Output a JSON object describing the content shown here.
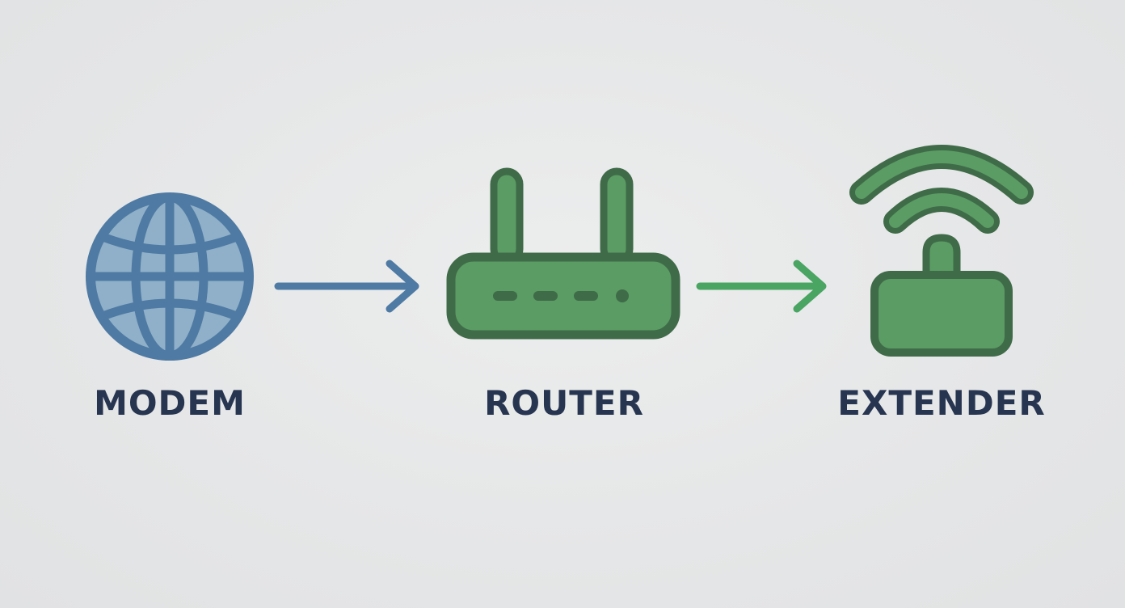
{
  "nodes": [
    {
      "id": "modem",
      "label": "MODEM",
      "icon": "globe-icon"
    },
    {
      "id": "router",
      "label": "ROUTER",
      "icon": "router-icon"
    },
    {
      "id": "extender",
      "label": "EXTENDER",
      "icon": "wifi-extender-icon"
    }
  ],
  "edges": [
    {
      "from": "modem",
      "to": "router"
    },
    {
      "from": "router",
      "to": "extender"
    }
  ],
  "colors": {
    "background": "#e6e7e8",
    "modem_fill": "#8fb0c8",
    "modem_stroke": "#4f7aa3",
    "green_fill": "#5a9c63",
    "green_stroke": "#3f6b48",
    "arrow_blue": "#4f7aa3",
    "arrow_green": "#4aa462",
    "label_text": "#273551"
  }
}
